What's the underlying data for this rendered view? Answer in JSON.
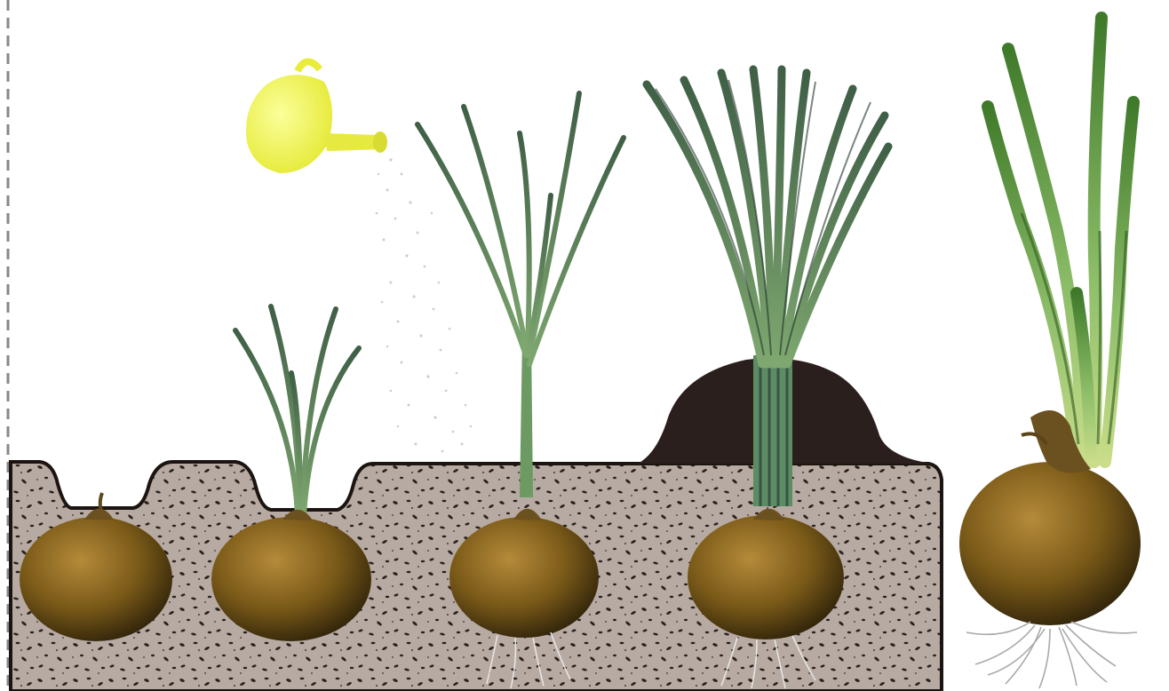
{
  "illustration": {
    "subject": "onion-growth-stages",
    "stages": [
      {
        "id": "bulb-planted-in-furrow",
        "has_sprout": false
      },
      {
        "id": "bulb-small-sprout",
        "has_sprout": true
      },
      {
        "id": "bulb-tall-shoot",
        "has_sprout": true
      },
      {
        "id": "bulb-earthed-up-leaves",
        "has_sprout": true
      },
      {
        "id": "harvested-bulb",
        "has_sprout": true
      }
    ],
    "icons": [
      "watering-can-icon"
    ],
    "colors": {
      "background": "#ffffff",
      "soil": "#b7aaa2",
      "soil_speckle": "#2a201c",
      "soil_mound": "#2b1f1e",
      "bulb": "#7a5a18",
      "bulb_highlight": "#b58a3a",
      "leaf": "#4e7a4a",
      "leaf_light": "#8fbf6a",
      "watering_can": "#e8ee3a"
    }
  }
}
